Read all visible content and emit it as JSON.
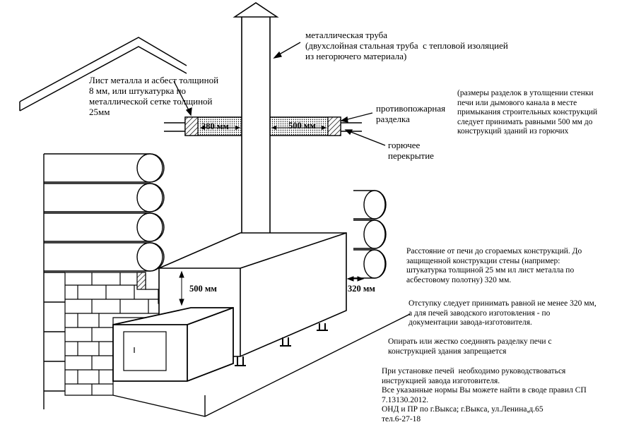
{
  "labels": {
    "pipe": "металлическая труба\n(двухслойная стальная труба  с тепловой изоляцией\nиз негорючего материала)",
    "sheet": "Лист металла и асбест толщиной\n8 мм, или штукатурка по\nметаллической сетке толщиной\n25мм",
    "firebreak": "противопожарная\nразделка",
    "ceiling": "горючее\nперекрытие",
    "sizes": "(размеры разделок в утолщении стенки\nпечи или дымового канала в месте\nпримыкания строительных конструкций\nследует принимать равными 500 мм до\nконструкций зданий из горючих",
    "distance": "Расстояние от печи до сгораемых конструкций. До\nзащищенной конструкции стены (например:\nштукатурка толщиной 25 мм ил лист металла по\nасбестовому полотну) 320 мм.",
    "offset": "Отступку следует принимать равной не менее 320 мм,\nа для печей заводского изготовления - по\nдокументации завода-изготовителя.",
    "prohibit": "Опирать или жестко соединять разделку печи с\nконструкцией здания запрещается",
    "instruction": "При установке печей  необходимо руководствоваться\nинструкцией завода изготовителя.\nВсе указанные нормы Вы можете найти в своде правил СП\n7.13130.2012.\nОНД и ПР по г.Выкса; г.Выкса, ул.Ленина,д.65\nтел.6-27-18"
  },
  "dimensions": {
    "left_break": "380 мм",
    "right_break": "500 мм",
    "height": "500 мм",
    "side": "320 мм"
  }
}
